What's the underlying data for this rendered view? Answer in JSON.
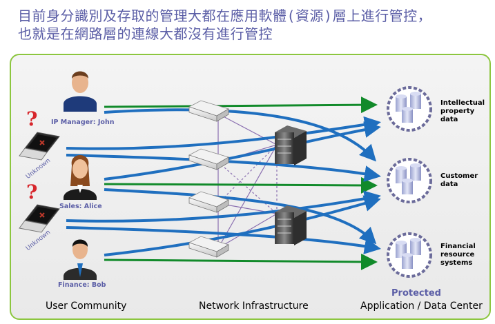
{
  "title": {
    "line1": "目前身分識別及存取的管理大都在應用軟體(資源)層上進行管控，",
    "line2": "也就是在網路層的連線大都沒有進行管控"
  },
  "users": {
    "john": "IP Manager: John",
    "alice": "Sales: Alice",
    "bob": "Finance: Bob",
    "unknown1": "Unknown",
    "unknown2": "Unknown",
    "qmark": "?"
  },
  "resources": {
    "ip": [
      "Intellectual",
      "property",
      "data"
    ],
    "customer": [
      "Customer",
      "data"
    ],
    "financial": [
      "Financial",
      "resource",
      "systems"
    ]
  },
  "sections": {
    "user_community": "User Community",
    "network": "Network Infrastructure",
    "protected": "Protected",
    "app_center": "Application / Data Center"
  },
  "colors": {
    "green_arrow": "#118a2a",
    "blue_arrow": "#1f6fbf",
    "title": "#5b5ea6",
    "panel_border": "#8cc63f",
    "qmark": "#d7262c"
  },
  "icons": [
    "person-icon",
    "laptop-virus-icon",
    "network-switch-icon",
    "server-icon",
    "database-icon"
  ]
}
